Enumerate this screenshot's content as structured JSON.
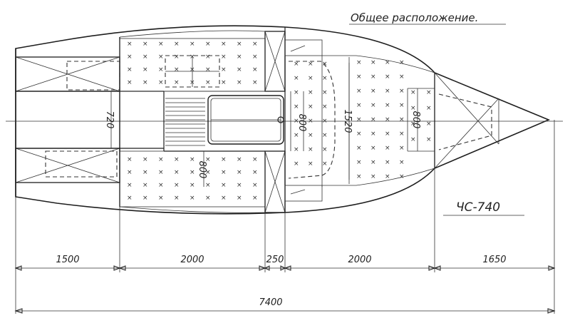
{
  "drawing": {
    "title": "Общее расположение.",
    "model": "ЧС-740"
  },
  "dimensions": {
    "sections": [
      "1500",
      "2000",
      "250",
      "2000",
      "1650"
    ],
    "total": "7400",
    "cockpit_width": "720",
    "berth_width_lower": "800",
    "table_width": "800",
    "saloon_width": "1520",
    "forepeak_width": "800"
  },
  "colors": {
    "ink": "#1e1e1e",
    "paper": "#ffffff"
  }
}
